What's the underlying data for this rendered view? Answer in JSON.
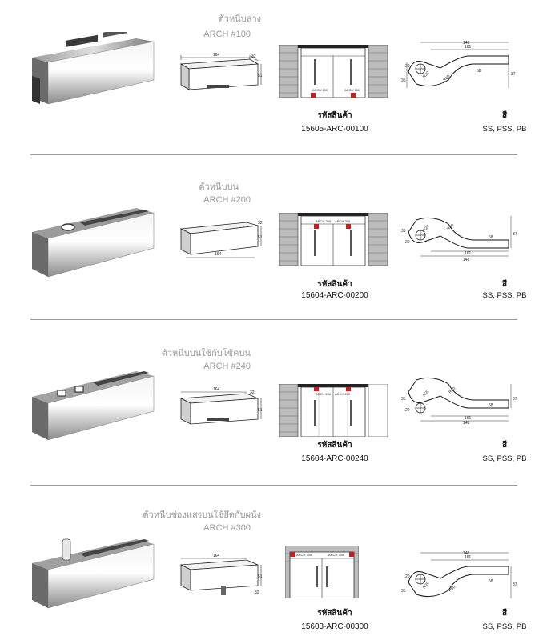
{
  "labels": {
    "code": "รหัสสินค้า",
    "color": "สี"
  },
  "products": [
    {
      "thai_name": "ตัวหนีบล่าง",
      "model": "ARCH #100",
      "code": "15605-ARC-00100",
      "colors": "SS, PSS, PB",
      "dim_top": "164",
      "dim_side": "32",
      "dim_height": "51",
      "door_labels": [
        "ARCH 100",
        "ARCH 100"
      ],
      "sect_dims": [
        "148",
        "161",
        "68",
        "37",
        "35",
        "20",
        "R20",
        "R60"
      ]
    },
    {
      "thai_name": "ตัวหนีบบน",
      "model": "ARCH #200",
      "code": "15604-ARC-00200",
      "colors": "SS, PSS, PB",
      "dim_top": "164",
      "dim_side": "32",
      "dim_height": "51",
      "door_labels": [
        "ARCH 200",
        "ARCH 200"
      ],
      "sect_dims": [
        "148",
        "161",
        "68",
        "37",
        "35",
        "20",
        "R20",
        "R60"
      ]
    },
    {
      "thai_name": "ตัวหนีบบนใช้กับโช้คบน",
      "model": "ARCH #240",
      "code": "15604-ARC-00240",
      "colors": "SS, PSS, PB",
      "dim_top": "164",
      "dim_side": "32",
      "dim_height": "51",
      "door_labels": [
        "ARCH 240",
        "ARCH 240"
      ],
      "sect_dims": [
        "148",
        "161",
        "68",
        "37",
        "35",
        "20",
        "R20",
        "R60"
      ]
    },
    {
      "thai_name": "ตัวหนีบช่องแสงบนใช้ยึดกับผนัง",
      "model": "ARCH #300",
      "code": "15603-ARC-00300",
      "colors": "SS, PSS, PB",
      "dim_top": "164",
      "dim_side": "32",
      "dim_height": "51",
      "door_labels": [
        "ARCH 300",
        "ARCH 300"
      ],
      "sect_dims": [
        "148",
        "161",
        "68",
        "37",
        "35",
        "20",
        "R20",
        "R60"
      ]
    }
  ]
}
